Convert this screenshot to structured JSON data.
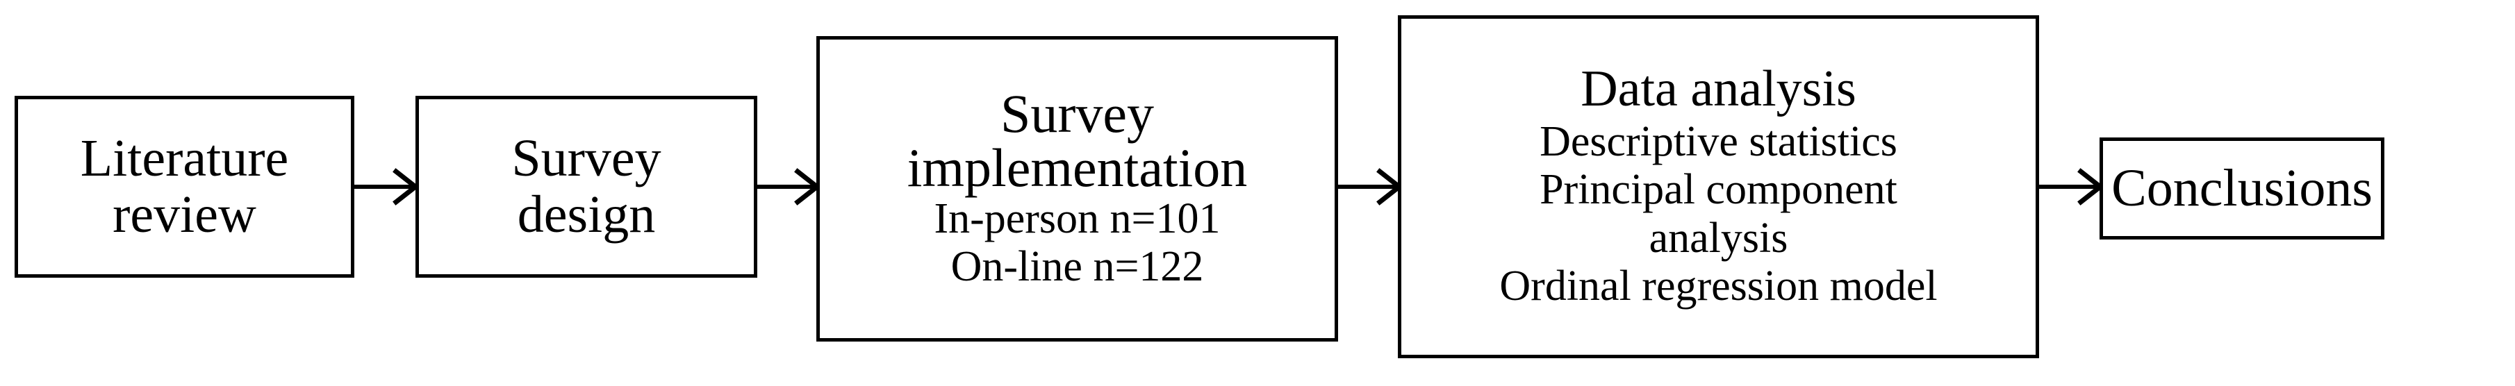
{
  "diagram": {
    "type": "flowchart",
    "orientation": "left-to-right",
    "background_color": "#ffffff",
    "stroke_color": "#000000",
    "nodes": [
      {
        "id": "literature-review",
        "lines": [
          {
            "text": "Literature",
            "emphasis": "title"
          },
          {
            "text": "review",
            "emphasis": "title"
          }
        ]
      },
      {
        "id": "survey-design",
        "lines": [
          {
            "text": "Survey",
            "emphasis": "title"
          },
          {
            "text": "design",
            "emphasis": "title"
          }
        ]
      },
      {
        "id": "survey-implementation",
        "lines": [
          {
            "text": "Survey",
            "emphasis": "title"
          },
          {
            "text": "implementation",
            "emphasis": "title"
          },
          {
            "text": "In-person n=101",
            "emphasis": "sub"
          },
          {
            "text": "On-line n=122",
            "emphasis": "sub"
          }
        ]
      },
      {
        "id": "data-analysis",
        "lines": [
          {
            "text": "Data analysis",
            "emphasis": "title"
          },
          {
            "text": "Descriptive statistics",
            "emphasis": "sub"
          },
          {
            "text": "Principal component",
            "emphasis": "sub"
          },
          {
            "text": "analysis",
            "emphasis": "sub"
          },
          {
            "text": "Ordinal regression model",
            "emphasis": "sub"
          }
        ]
      },
      {
        "id": "conclusions",
        "lines": [
          {
            "text": "Conclusions",
            "emphasis": "title"
          }
        ]
      }
    ],
    "edges": [
      {
        "id": "edge-1",
        "from": "literature-review",
        "to": "survey-design",
        "marker": "arrow-right-icon"
      },
      {
        "id": "edge-2",
        "from": "survey-design",
        "to": "survey-implementation",
        "marker": "arrow-right-icon"
      },
      {
        "id": "edge-3",
        "from": "survey-implementation",
        "to": "data-analysis",
        "marker": "arrow-right-icon"
      },
      {
        "id": "edge-4",
        "from": "data-analysis",
        "to": "conclusions",
        "marker": "arrow-right-icon"
      }
    ]
  }
}
